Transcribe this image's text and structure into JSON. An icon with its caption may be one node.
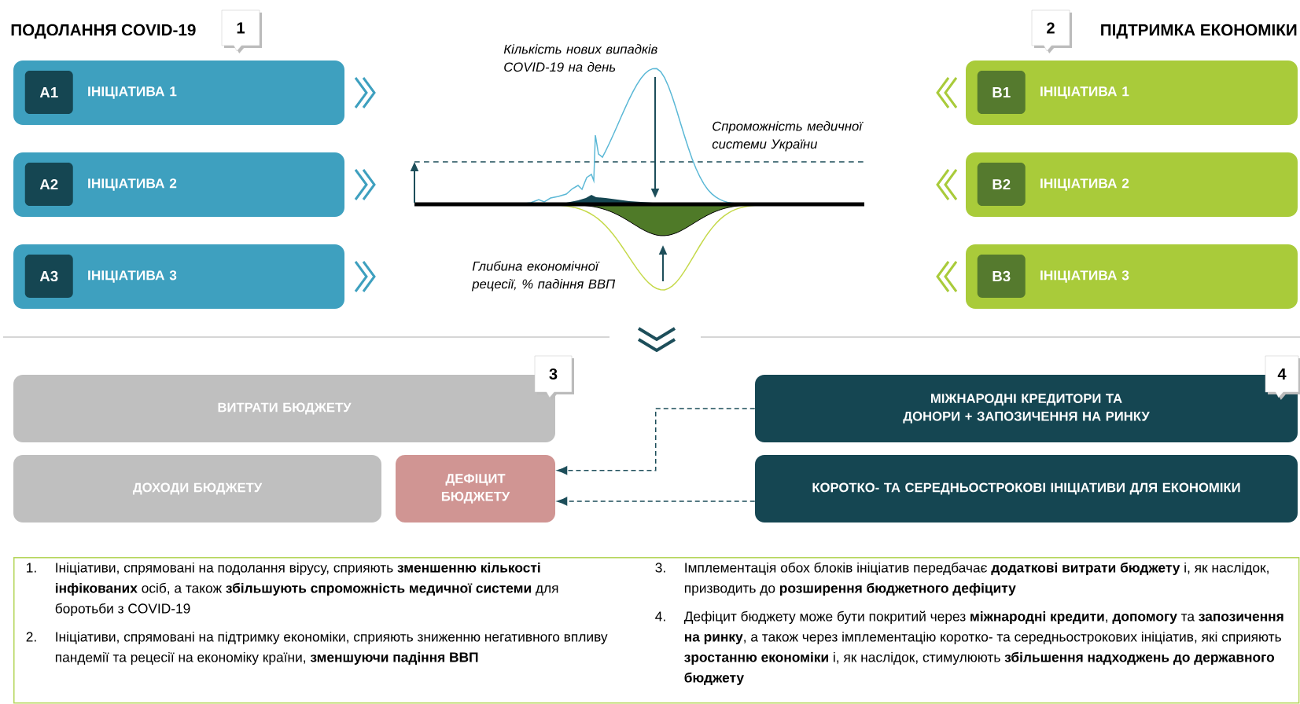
{
  "diagram": {
    "nodes": [
      {
        "text": [
          "ІНІЦІАТИВА 1"
        ]
      },
      {
        "text": [
          "A1"
        ],
        "in": 0
      },
      {
        "text": [
          "ІНІЦІАТИВА 2"
        ]
      },
      {
        "text": [
          "A2"
        ],
        "in": 2
      },
      {
        "text": [
          "ІНІЦІАТИВА 3"
        ]
      },
      {
        "text": [
          "A3"
        ],
        "in": 4
      },
      {
        "text": [
          "ІНІЦІАТИВА 1"
        ]
      },
      {
        "text": [
          "B1"
        ],
        "in": 6
      },
      {
        "text": [
          "ІНІЦІАТИВА 2"
        ]
      },
      {
        "text": [
          "B2"
        ],
        "in": 8
      },
      {
        "text": [
          "ІНІЦІАТИВА 3"
        ]
      },
      {
        "text": [
          "B3"
        ],
        "in": 10
      },
      {
        "text": [
          "ВИТРАТИ БЮДЖЕТУ"
        ]
      },
      {
        "text": [
          "ДОХОДИ БЮДЖЕТУ"
        ]
      },
      {
        "text": [
          "ДЕФІЦИТ БЮДЖЕТУ"
        ]
      },
      {
        "text": [
          "МІЖНАРОДНІ КРЕДИТОРИ ТА ДОНОРИ + ЗАПОЗИЧЕННЯ НА РИНКУ"
        ]
      },
      {
        "text": [
          "КОРОТКО- ТА СЕРЕДНЬОСТРОКОВІ ІНІЦІАТИВИ ДЛЯ ЕКОНОМІКИ"
        ]
      },
      {
        "text": [
          "Ініціативи, спрямовані на подолання вірусу, сприяють **зменшенню кількості інфікованих** осіб, а також **збільшують спроможність медичної системи** для боротьби з COVID-19",
          "Ініціативи, спрямовані на підтримку економіки, сприяють зниженню негативного впливу пандемії та рецесії на економіку країни, **зменшуючи падіння ВВП**",
          "Імплементація обох блоків ініціатив передбачає **додаткові витрати бюджету** і, як наслідок, призводить до **розширення бюджетного дефіциту**",
          "Дефіцит бюджету може бути покритий через **міжнародні кредити**, **допомогу** та **запозичення на ринку**, а також через імплементацію коротко- та середньострокових ініціатив, які сприяють **зростанню економіки** і, як наслідок, стимулюють **збільшення надходжень до державного бюджету**"
        ]
      }
    ],
    "edges": [
      {
        "from": 15,
        "to": 14,
        "arrow": "to",
        "style": "dashed"
      },
      {
        "from": 16,
        "to": 14,
        "arrow": "to",
        "style": "dashed"
      }
    ],
    "labels": [
      "ПОДОЛАННЯ COVID-19",
      "1",
      "2",
      "ПІДТРИМКА ЕКОНОМІКИ",
      "Кількість нових випадків COVID-19 на день",
      "Спроможність медичної системи України",
      "Глибина економічної рецесії, % падіння ВВП",
      "3",
      "4",
      "1.",
      "2.",
      "3.",
      "4."
    ]
  }
}
